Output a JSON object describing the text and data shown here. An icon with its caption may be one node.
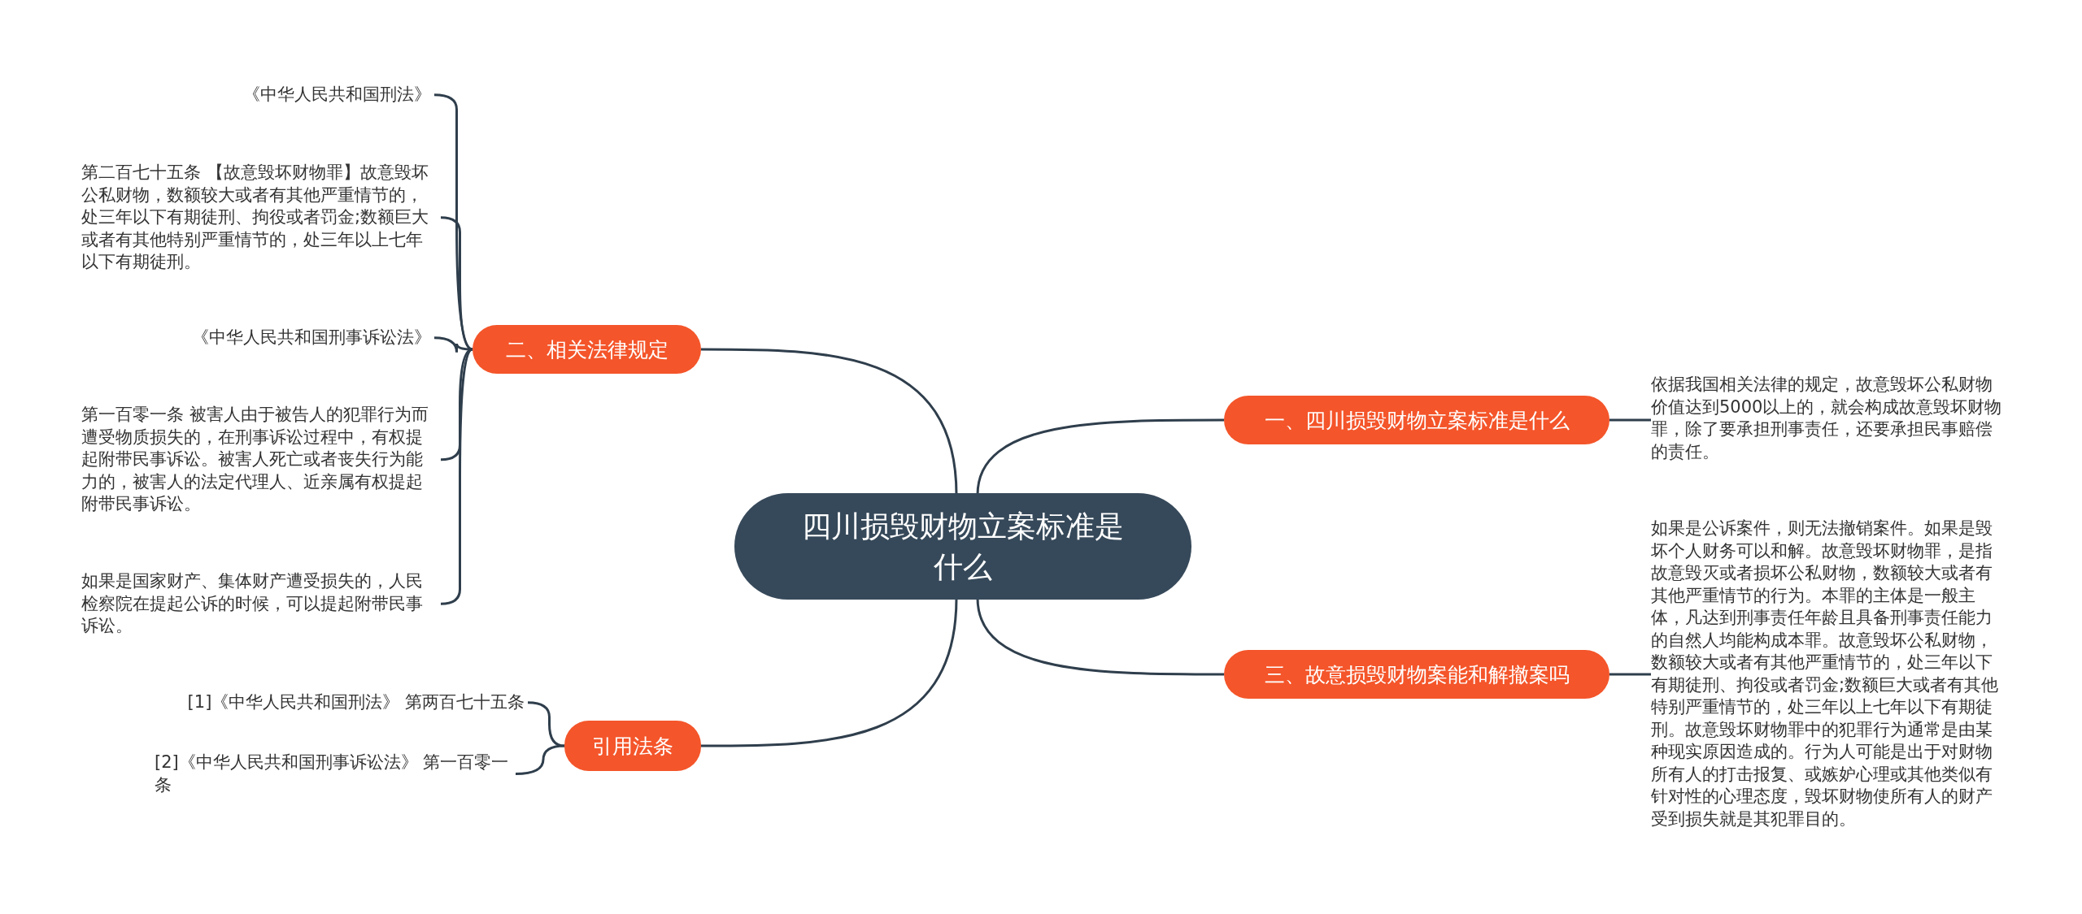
{
  "diagram": {
    "nodes": [
      {
        "text": [
          "四川损毁财物立案标准是什么"
        ]
      },
      {
        "text": [
          "一、四川损毁财物立案标准是什么"
        ]
      },
      {
        "text": [
          "依据我国相关法律的规定，故意毁坏公私财物价值达到5000以上的，就会构成故意毁坏财物罪，除了要承担刑事责任，还要承担民事赔偿的责任。"
        ]
      },
      {
        "text": [
          "二、相关法律规定"
        ]
      },
      {
        "text": [
          "《中华人民共和国刑法》"
        ]
      },
      {
        "text": [
          "第二百七十五条 【故意毁坏财物罪】故意毁坏公私财物，数额较大或者有其他严重情节的，处三年以下有期徒刑、拘役或者罚金;数额巨大或者有其他特别严重情节的，处三年以上七年以下有期徒刑。"
        ]
      },
      {
        "text": [
          "《中华人民共和国刑事诉讼法》"
        ]
      },
      {
        "text": [
          "第一百零一条 被害人由于被告人的犯罪行为而遭受物质损失的，在刑事诉讼过程中，有权提起附带民事诉讼。被害人死亡或者丧失行为能力的，被害人的法定代理人、近亲属有权提起附带民事诉讼。"
        ]
      },
      {
        "text": [
          "如果是国家财产、集体财产遭受损失的，人民检察院在提起公诉的时候，可以提起附带民事诉讼。"
        ]
      },
      {
        "text": [
          "三、故意损毁财物案能和解撤案吗"
        ]
      },
      {
        "text": [
          "如果是公诉案件，则无法撤销案件。如果是毁坏个人财务可以和解。故意毁坏财物罪，是指故意毁灭或者损坏公私财物，数额较大或者有其他严重情节的行为。本罪的主体是一般主体，凡达到刑事责任年龄且具备刑事责任能力的自然人均能构成本罪。故意毁坏公私财物，数额较大或者有其他严重情节的，处三年以下有期徒刑、拘役或者罚金;数额巨大或者有其他特别严重情节的，处三年以上七年以下有期徒刑。故意毁坏财物罪中的犯罪行为通常是由某种现实原因造成的。行为人可能是出于对财物所有人的打击报复、或嫉妒心理或其他类似有针对性的心理态度，毁坏财物使所有人的财产受到损失就是其犯罪目的。"
        ]
      },
      {
        "text": [
          "引用法条"
        ]
      },
      {
        "text": [
          "[1]《中华人民共和国刑法》 第两百七十五条"
        ]
      },
      {
        "text": [
          "[2]《中华人民共和国刑事诉讼法》 第一百零一条"
        ]
      }
    ],
    "edges": [
      {
        "from": 0,
        "to": 1,
        "arrow": "none"
      },
      {
        "from": 1,
        "to": 2,
        "arrow": "none"
      },
      {
        "from": 0,
        "to": 3,
        "arrow": "none"
      },
      {
        "from": 3,
        "to": 4,
        "arrow": "none"
      },
      {
        "from": 3,
        "to": 5,
        "arrow": "none"
      },
      {
        "from": 3,
        "to": 6,
        "arrow": "none"
      },
      {
        "from": 3,
        "to": 7,
        "arrow": "none"
      },
      {
        "from": 3,
        "to": 8,
        "arrow": "none"
      },
      {
        "from": 0,
        "to": 9,
        "arrow": "none"
      },
      {
        "from": 9,
        "to": 10,
        "arrow": "none"
      },
      {
        "from": 0,
        "to": 11,
        "arrow": "none"
      },
      {
        "from": 11,
        "to": 12,
        "arrow": "none"
      },
      {
        "from": 11,
        "to": 13,
        "arrow": "none"
      }
    ]
  }
}
